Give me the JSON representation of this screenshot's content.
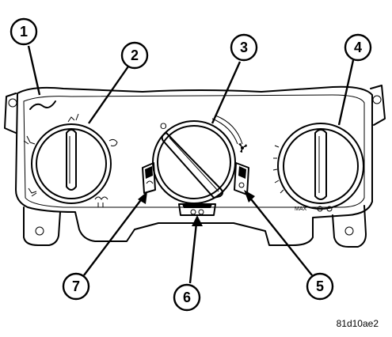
{
  "figure": {
    "reference_code": "81d10ae2",
    "callouts": [
      {
        "number": "1"
      },
      {
        "number": "2"
      },
      {
        "number": "3"
      },
      {
        "number": "4"
      },
      {
        "number": "5"
      },
      {
        "number": "6"
      },
      {
        "number": "7"
      }
    ],
    "labels": {
      "dial_marker": "O",
      "fan_icon": "fan-icon",
      "small_print": "MAX"
    }
  }
}
